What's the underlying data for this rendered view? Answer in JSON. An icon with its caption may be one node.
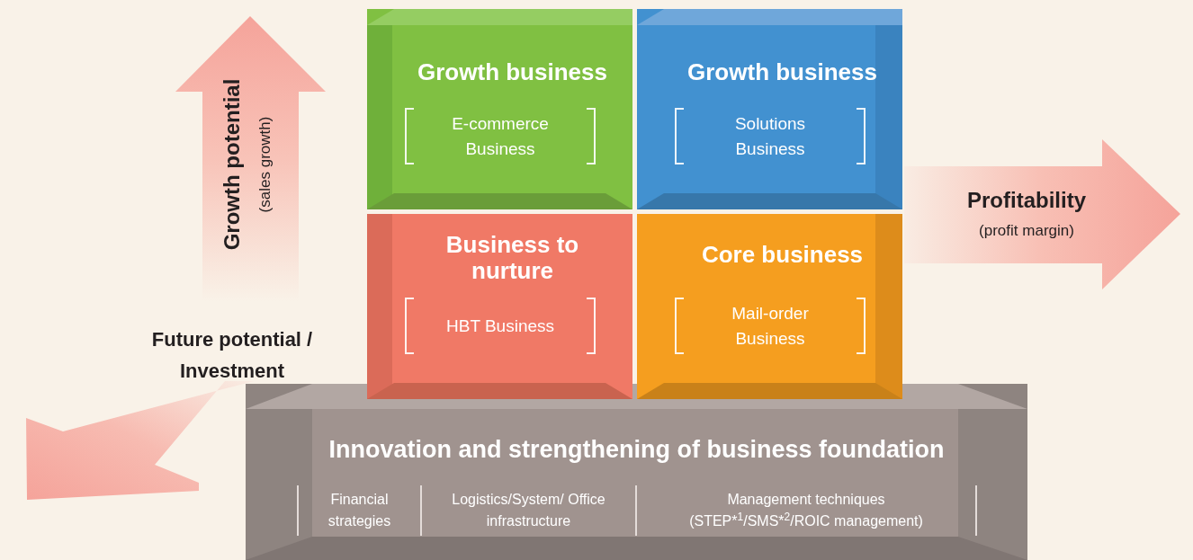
{
  "diagram": {
    "nodes": [
      {
        "text": [
          "Growth business",
          "E-commerce Business"
        ]
      },
      {
        "text": [
          "Growth business",
          "Solutions Business"
        ]
      },
      {
        "text": [
          "Business to nurture",
          "HBT Business"
        ]
      },
      {
        "text": [
          "Core business",
          "Mail-order Business"
        ]
      },
      {
        "text": [
          "Innovation and strengthening of business foundation",
          "Financial strategies",
          "Logistics/System/ Office infrastructure",
          "Management techniques (STEP*$^{1}$/SMS*$^{2}$/ROIC management)"
        ]
      }
    ],
    "labels": [
      "Growth potential",
      "(sales growth)",
      "Profitability",
      "(profit margin)",
      "Future potential / Investment"
    ]
  }
}
